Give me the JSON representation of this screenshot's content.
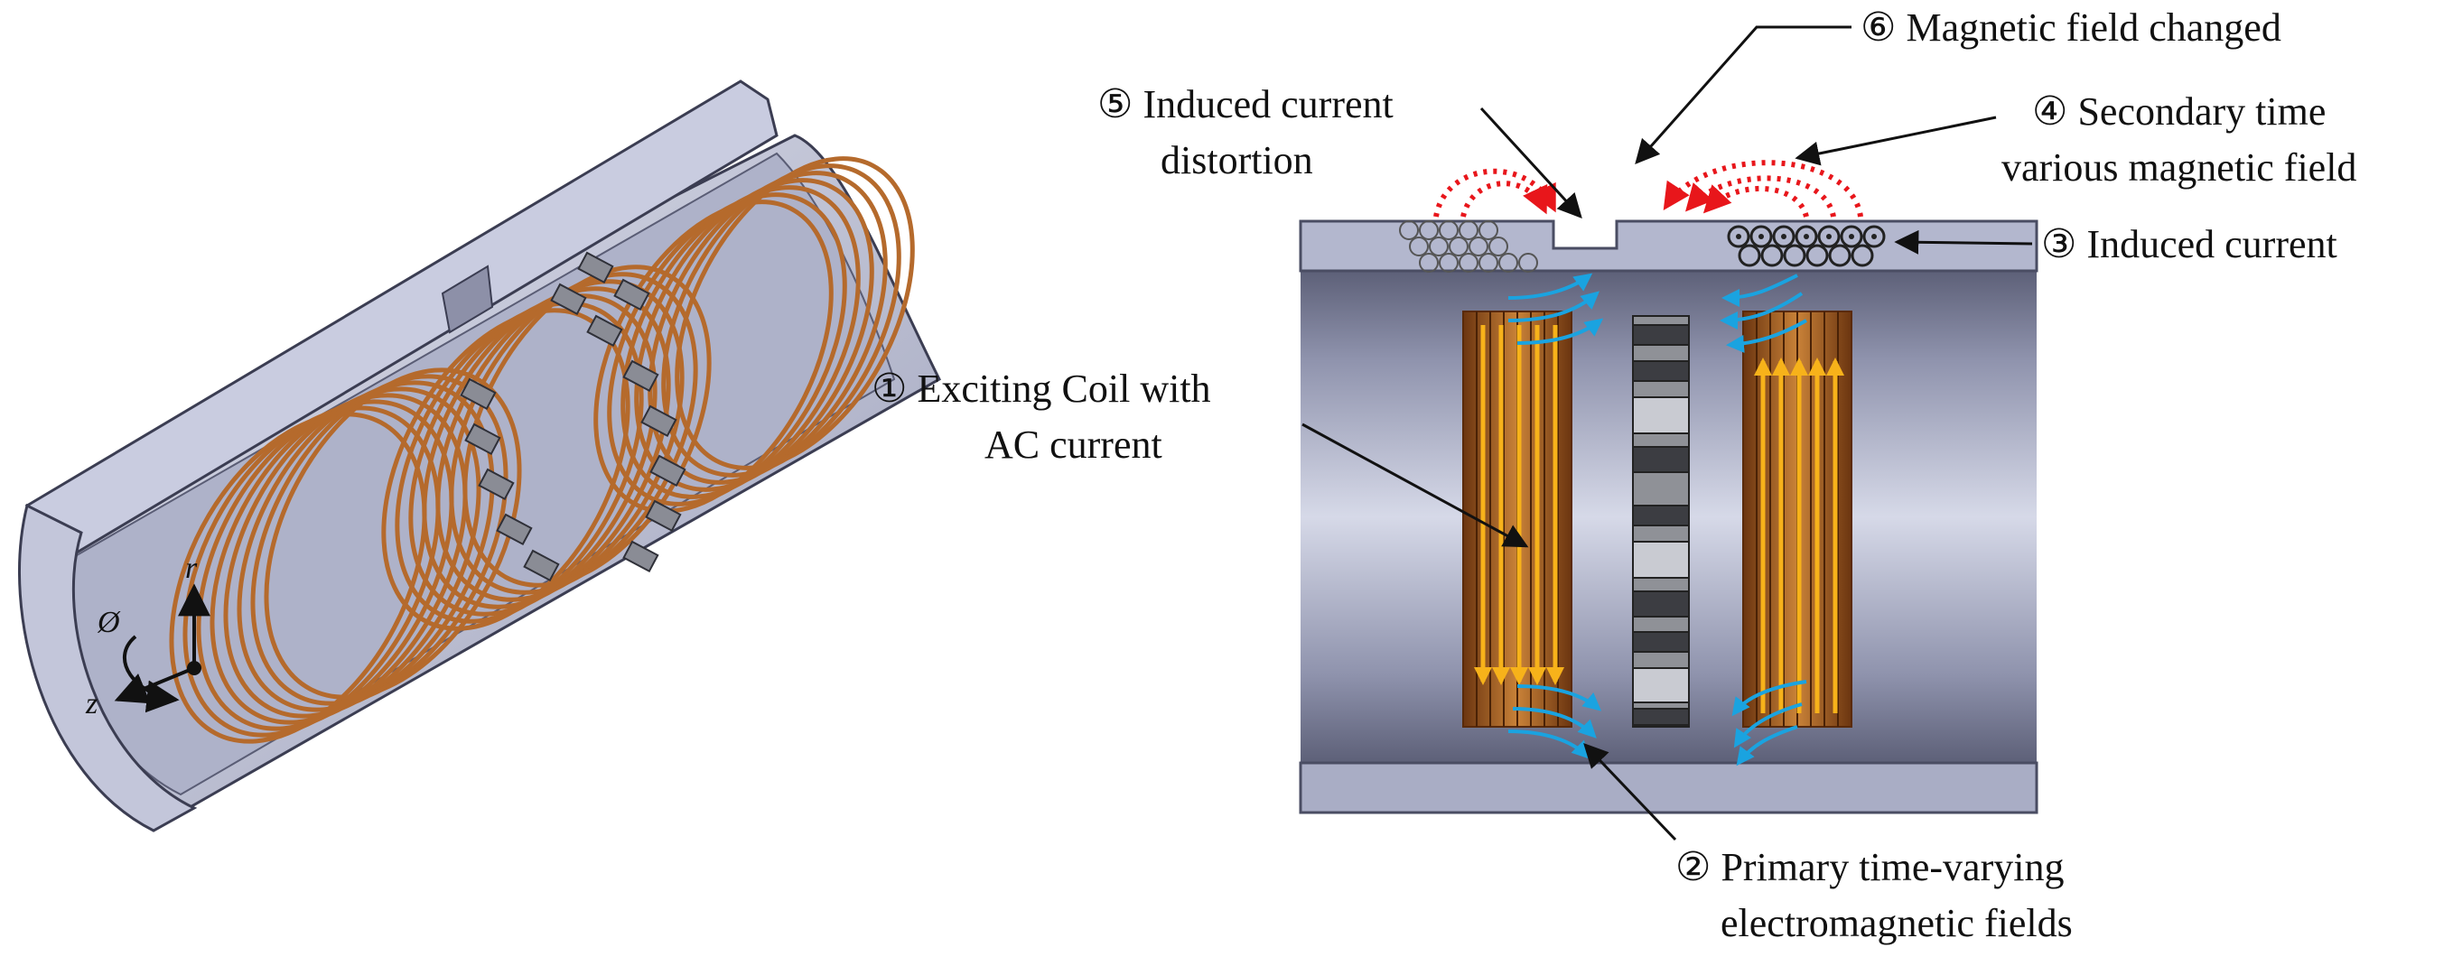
{
  "axes": {
    "r": "r",
    "phi": "Ø",
    "z": "z"
  },
  "labels": [
    {
      "id": "magnetic-field-changed",
      "lines": [
        "⑥ Magnetic field changed"
      ]
    },
    {
      "id": "induced-current-distortion",
      "lines": [
        "⑤ Induced current",
        "distortion"
      ]
    },
    {
      "id": "secondary-magnetic-field",
      "lines": [
        "④ Secondary time",
        "various magnetic field"
      ]
    },
    {
      "id": "induced-current",
      "lines": [
        "③ Induced current"
      ]
    },
    {
      "id": "exciting-coil",
      "lines": [
        "① Exciting Coil with",
        "AC current"
      ]
    },
    {
      "id": "primary-fields",
      "lines": [
        "② Primary time-varying",
        "electromagnetic fields"
      ]
    }
  ],
  "colors": {
    "pipe": "#b9bdd3",
    "pipe_dark": "#6e7290",
    "copper": "#b56a2c",
    "copper_dark": "#7a3f12",
    "current_arrow": "#f7b21a",
    "field_arrow": "#1aa3e0",
    "secondary_arrow": "#e8161b"
  }
}
